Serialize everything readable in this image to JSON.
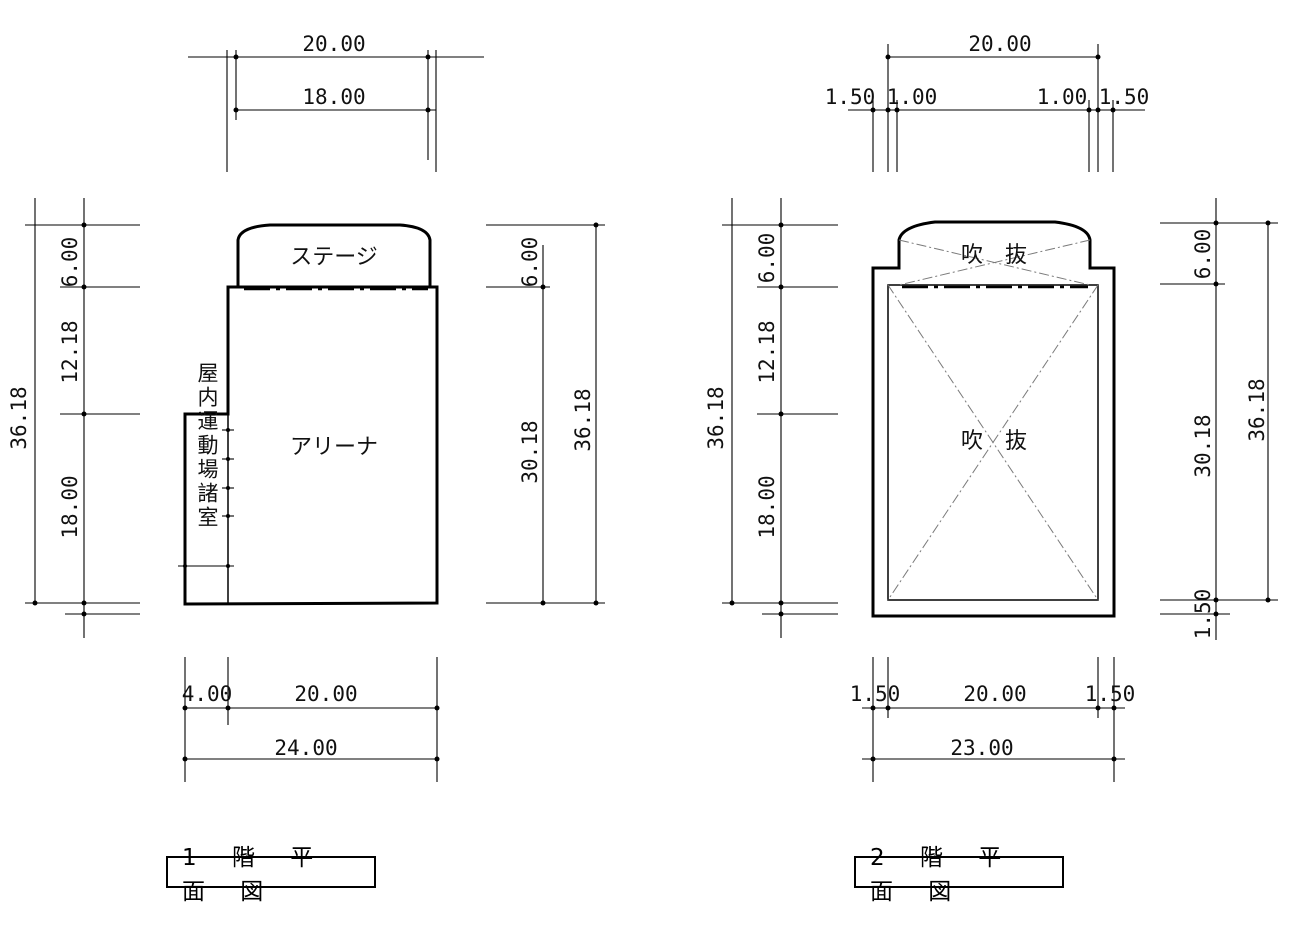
{
  "floor1": {
    "title": "1 階 平 面 図",
    "rooms": {
      "stage": "ステージ",
      "arena": "アリーナ",
      "annex": "屋内運動場諸室"
    },
    "dims": {
      "top_outer": "20.00",
      "top_inner": "18.00",
      "left_total": "36.18",
      "left_a": "6.00",
      "left_b": "12.18",
      "left_c": "18.00",
      "right_a": "6.00",
      "right_b": "30.18",
      "right_total": "36.18",
      "bottom_a": "4.00",
      "bottom_b": "20.00",
      "bottom_total": "24.00"
    }
  },
  "floor2": {
    "title": "2 階 平 面 図",
    "rooms": {
      "void_top": "吹　抜",
      "void_main": "吹　抜"
    },
    "dims": {
      "top_total": "20.00",
      "top_l1": "1.50",
      "top_l2": "1.00",
      "top_r1": "1.00",
      "top_r2": "1.50",
      "left_total": "36.18",
      "left_a": "6.00",
      "left_b": "12.18",
      "left_c": "18.00",
      "right_a": "6.00",
      "right_b": "30.18",
      "right_total": "36.18",
      "right_c": "1.50",
      "bottom_a": "1.50",
      "bottom_b": "20.00",
      "bottom_c": "1.50",
      "bottom_total": "23.00"
    }
  }
}
